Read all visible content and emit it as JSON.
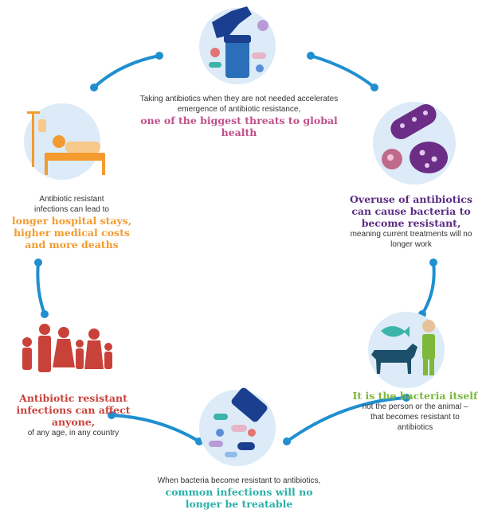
{
  "colors": {
    "connector": "#1f8fd0",
    "circle_bg": "#dcebf7",
    "teal": "#2bb0a8",
    "purple": "#5b2c83",
    "green": "#7db83a",
    "orange": "#f39b2f",
    "red": "#c9423a"
  },
  "steps": [
    {
      "id": "top",
      "icon": "hand-pills-icon",
      "small_text": "Taking antibiotics when they are not needed accelerates emergence of antibiotic resistance,",
      "highlight": "one of the biggest threats to global health",
      "tail": ""
    },
    {
      "id": "right-upper",
      "icon": "bacteria-icon",
      "small_text": "",
      "highlight": "Overuse of antibiotics can cause bacteria to become resistant,",
      "tail": "meaning current treatments will no longer work"
    },
    {
      "id": "right-lower",
      "icon": "person-animal-icon",
      "small_text": "",
      "highlight": "It is the bacteria itself",
      "tail": "not the person or the animal – that becomes resistant to antibiotics"
    },
    {
      "id": "bottom",
      "icon": "spilled-pills-icon",
      "small_text": "When bacteria become resistant to antibiotics,",
      "highlight": "common infections will no longer be treatable",
      "tail": ""
    },
    {
      "id": "left-lower",
      "icon": "family-icon",
      "small_text": "",
      "highlight": "Antibiotic resistant infections can affect anyone,",
      "tail": "of any age, in any country"
    },
    {
      "id": "left-upper",
      "icon": "hospital-bed-icon",
      "small_text": "Antibiotic resistant infections can lead to",
      "highlight": "longer hospital stays, higher medical costs and more deaths",
      "tail": ""
    }
  ]
}
